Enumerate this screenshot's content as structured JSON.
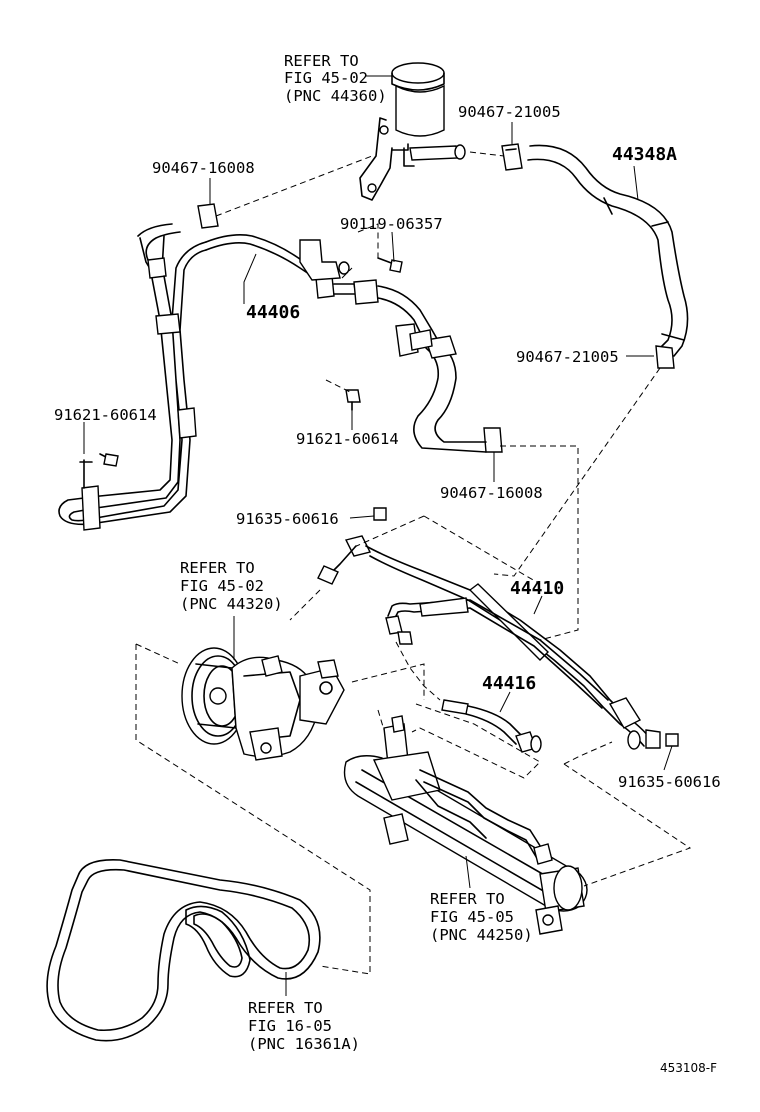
{
  "labels": {
    "refer_reservoir": [
      "REFER TO",
      "FIG 45-02",
      "(PNC 44360)"
    ],
    "refer_pump": [
      "REFER TO",
      "FIG 45-02",
      "(PNC 44320)"
    ],
    "refer_gear": [
      "REFER TO",
      "FIG 45-05",
      "(PNC 44250)"
    ],
    "refer_belt": [
      "REFER TO",
      "FIG 16-05",
      "(PNC 16361A)"
    ],
    "clamp_21005_top": "90467-21005",
    "clamp_21005_right": "90467-21005",
    "clamp_16008_top": "90467-16008",
    "clamp_16008_mid": "90467-16008",
    "bolt_06357": "90119-06357",
    "bolt_60614_left": "91621-60614",
    "bolt_60614_mid": "91621-60614",
    "gasket_60616_top": "91635-60616",
    "gasket_60616_right": "91635-60616",
    "pnc_44348A": "44348A",
    "pnc_44406": "44406",
    "pnc_44410": "44410",
    "pnc_44416": "44416",
    "figure_id": "453108-F"
  }
}
